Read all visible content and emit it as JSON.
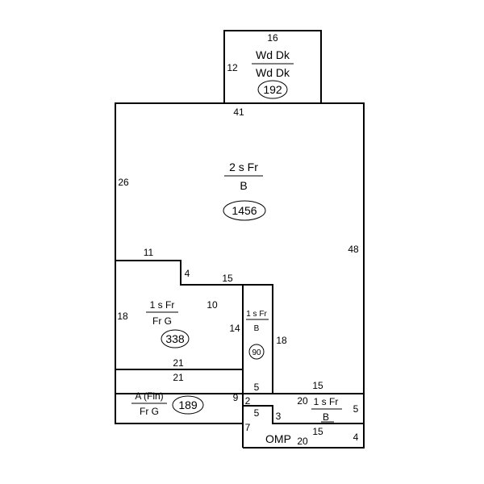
{
  "areas": {
    "deck": {
      "top": "Wd Dk",
      "bottom": "Wd Dk",
      "sqft": "192"
    },
    "main": {
      "top": "2 s Fr",
      "bottom": "B",
      "sqft": "1456"
    },
    "garage": {
      "top": "1 s Fr",
      "bottom": "Fr G",
      "sqft": "338"
    },
    "small_b": {
      "top": "1 s Fr",
      "bottom": "B",
      "sqft": "90"
    },
    "attic": {
      "top": "A (Fin)",
      "bottom": "Fr G",
      "sqft": "189"
    },
    "right_b": {
      "top": "1 s Fr",
      "bottom": "B"
    },
    "porch": {
      "label": "OMP"
    }
  },
  "dimensions": {
    "deck_top": "16",
    "deck_left": "12",
    "main_top": "41",
    "main_left": "26",
    "main_right": "48",
    "notch_top": "11",
    "notch_drop": "4",
    "notch_run": "15",
    "garage_left": "18",
    "garage_inner": "10",
    "small_left": "14",
    "small_right": "18",
    "garage_bottom": "21",
    "attic_top": "21",
    "attic_right": "9",
    "small_bottom": "5",
    "right_top": "15",
    "step_2": "2",
    "step_20": "20",
    "right_side": "5",
    "step_5": "5",
    "step_3": "3",
    "step_7": "7",
    "porch_15": "15",
    "porch_20": "20",
    "porch_4": "4"
  }
}
